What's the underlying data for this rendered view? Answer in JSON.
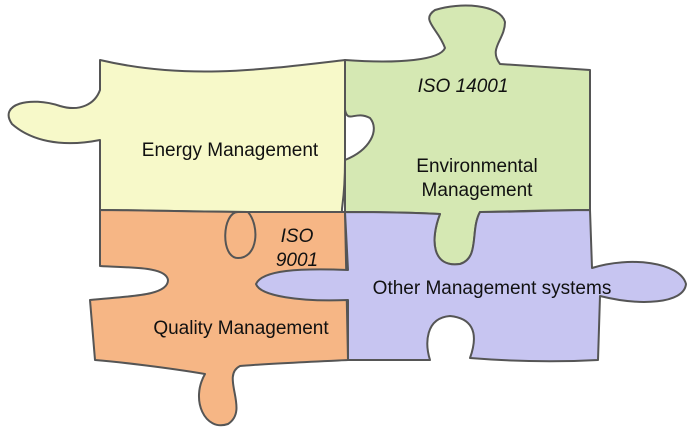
{
  "diagram": {
    "pieces": {
      "energy": {
        "label": "Energy Management",
        "color": "#f7f9c9"
      },
      "environmental": {
        "label_line1": "Environmental",
        "label_line2": "Management",
        "iso_label": "ISO 14001",
        "color": "#d5e8b3"
      },
      "quality": {
        "label": "Quality Management",
        "iso_line1": "ISO",
        "iso_line2": "9001",
        "color": "#f6b685"
      },
      "other": {
        "label": "Other Management systems",
        "color": "#c7c5f1"
      }
    }
  }
}
